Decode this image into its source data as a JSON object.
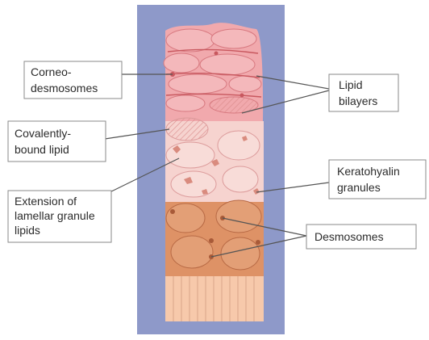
{
  "labels": {
    "corneodesmosomes": [
      "Corneo-",
      "desmosomes"
    ],
    "lipid_bilayers": [
      "Lipid",
      "bilayers"
    ],
    "covalently_bound_lipid": [
      "Covalently-",
      "bound lipid"
    ],
    "keratohyalin_granules": [
      "Keratohyalin",
      "granules"
    ],
    "extension_lamellar": [
      "Extension of",
      "lamellar granule",
      "lipids"
    ],
    "desmosomes": [
      "Desmosomes"
    ]
  },
  "colors": {
    "background_panel": "#8e99c9",
    "stratum_corneum": "#f1a9ad",
    "stratum_granulosum": "#f6d3cf",
    "stratum_spinosum": "#de9266",
    "stratum_basale": "#f7c9ab"
  }
}
